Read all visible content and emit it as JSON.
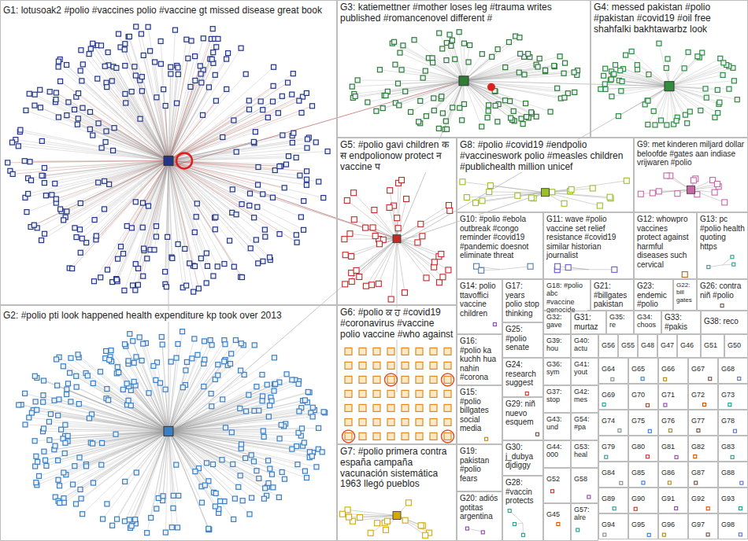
{
  "diagram": {
    "nodes": [
      {
        "text": [
          "G1: lotusoak2 #polio #vaccines polio #vaccine gt missed disease great book"
        ]
      },
      {
        "text": [
          "G2: #polio pti look happened health expenditure kp took over 2013"
        ]
      },
      {
        "text": [
          "G3: katiemettner #mother loses leg #trauma writes published #romancenovel different #"
        ]
      },
      {
        "text": [
          "G4: messed pakistan #polio #pakistan #covid19 #oil free shahfalki bakhtawarbz look"
        ]
      },
      {
        "text": [
          "G5: #polio gavi children क स endpolionow protect न vaccine प"
        ]
      },
      {
        "text": [
          "G8: #polio #covid19 #endpolio #vaccineswork polio #measles children #publichealth million unicef"
        ]
      },
      {
        "text": [
          "G9: met kinderen miljard dollar beloofde #gates aan indiase vrijwaren #polio"
        ]
      },
      {
        "text": [
          "G10: #polio #ebola outbreak #congo reminder #covid19 #pandemic doesnot eliminate threat"
        ]
      },
      {
        "text": [
          "G11: wave #polio vaccine set relief resistance #covid19 similar historian journalist"
        ]
      },
      {
        "text": [
          "G12: whowpro vaccines protect against harmful diseases such cervical"
        ]
      },
      {
        "text": [
          "G13: pc #polio health quoting https"
        ]
      },
      {
        "text": [
          "G6: #polio ਕ ਹ #covid19 #coronavirus #vaccine polio vaccine #who against"
        ]
      },
      {
        "text": [
          "G7: #polio primera contra españa campaña vacunación sistemática 1963 llegó pueblos"
        ]
      },
      {
        "text": [
          "G14: polio ttavoffici vaccine children"
        ]
      },
      {
        "text": [
          "G17: years polio stop thinking"
        ]
      },
      {
        "text": [
          "G18: #polio abc #vaccine genocide"
        ]
      },
      {
        "text": [
          "G21: #billgates pakistan"
        ]
      },
      {
        "text": [
          "G23: endemic #polio"
        ]
      },
      {
        "text": [
          "G22: bill gates"
        ]
      },
      {
        "text": [
          "G26: contra niñ #polio"
        ]
      },
      {
        "text": [
          "G16: #polio ka kuchh hua nahin #corona"
        ]
      },
      {
        "text": [
          "G25: #polio senate"
        ]
      },
      {
        "text": [
          "G24: research suggest"
        ]
      },
      {
        "text": [
          "G32: gave"
        ]
      },
      {
        "text": [
          "G31: murtaz"
        ]
      },
      {
        "text": [
          "G35: re"
        ]
      },
      {
        "text": [
          "G34: choos"
        ]
      },
      {
        "text": [
          "G33: #pakis"
        ]
      },
      {
        "text": [
          "G38: reco"
        ]
      },
      {
        "text": [
          "G39: hou"
        ]
      },
      {
        "text": [
          "G40: actu"
        ]
      },
      {
        "text": [
          "G56"
        ]
      },
      {
        "text": [
          "G55"
        ]
      },
      {
        "text": [
          "G48"
        ]
      },
      {
        "text": [
          "G47"
        ]
      },
      {
        "text": [
          "G46"
        ]
      },
      {
        "text": [
          "G51"
        ]
      },
      {
        "text": [
          "G50"
        ]
      },
      {
        "text": [
          "G15: #polio billgates social media"
        ]
      },
      {
        "text": [
          "G29: niñ nuevo esquem"
        ]
      },
      {
        "text": [
          "G30: j_dubya djdiggy"
        ]
      },
      {
        "text": [
          "G28: #vaccin protects"
        ]
      },
      {
        "text": [
          "G19: pakistan #polio fears"
        ]
      },
      {
        "text": [
          "G20: adiós gotitas argentina"
        ]
      },
      {
        "text": [
          "G36: sym"
        ]
      },
      {
        "text": [
          "G41: yout"
        ]
      },
      {
        "text": [
          "G37: stop"
        ]
      },
      {
        "text": [
          "G42: mes"
        ]
      },
      {
        "text": [
          "G43: und"
        ]
      },
      {
        "text": [
          "G54: #pa"
        ]
      },
      {
        "text": [
          "G44: 000"
        ]
      },
      {
        "text": [
          "G53: heal"
        ]
      },
      {
        "text": [
          "G52"
        ]
      },
      {
        "text": [
          "G58"
        ]
      },
      {
        "text": [
          "G45"
        ]
      },
      {
        "text": [
          "G57: alre"
        ]
      },
      {
        "text": [
          "G64"
        ]
      },
      {
        "text": [
          "G65"
        ]
      },
      {
        "text": [
          "G66"
        ]
      },
      {
        "text": [
          "G67"
        ]
      },
      {
        "text": [
          "G68"
        ]
      },
      {
        "text": [
          "G69"
        ]
      },
      {
        "text": [
          "G70"
        ]
      },
      {
        "text": [
          "G71"
        ]
      },
      {
        "text": [
          "G72"
        ]
      },
      {
        "text": [
          "G73"
        ]
      },
      {
        "text": [
          "G74"
        ]
      },
      {
        "text": [
          "G75"
        ]
      },
      {
        "text": [
          "G76"
        ]
      },
      {
        "text": [
          "G77"
        ]
      },
      {
        "text": [
          "G78"
        ]
      },
      {
        "text": [
          "G79"
        ]
      },
      {
        "text": [
          "G80"
        ]
      },
      {
        "text": [
          "G81"
        ]
      },
      {
        "text": [
          "G82"
        ]
      },
      {
        "text": [
          "G83"
        ]
      },
      {
        "text": [
          "G84"
        ]
      },
      {
        "text": [
          "G85"
        ]
      },
      {
        "text": [
          "G86"
        ]
      },
      {
        "text": [
          "G87"
        ]
      },
      {
        "text": [
          "G88"
        ]
      },
      {
        "text": [
          "G89"
        ]
      },
      {
        "text": [
          "G90"
        ]
      },
      {
        "text": [
          "G91"
        ]
      },
      {
        "text": [
          "G92"
        ]
      },
      {
        "text": [
          "G93"
        ]
      },
      {
        "text": [
          "G94"
        ]
      },
      {
        "text": [
          "G95"
        ]
      },
      {
        "text": [
          "G96"
        ]
      },
      {
        "text": [
          "G97"
        ]
      },
      {
        "text": [
          "G98"
        ]
      }
    ]
  }
}
